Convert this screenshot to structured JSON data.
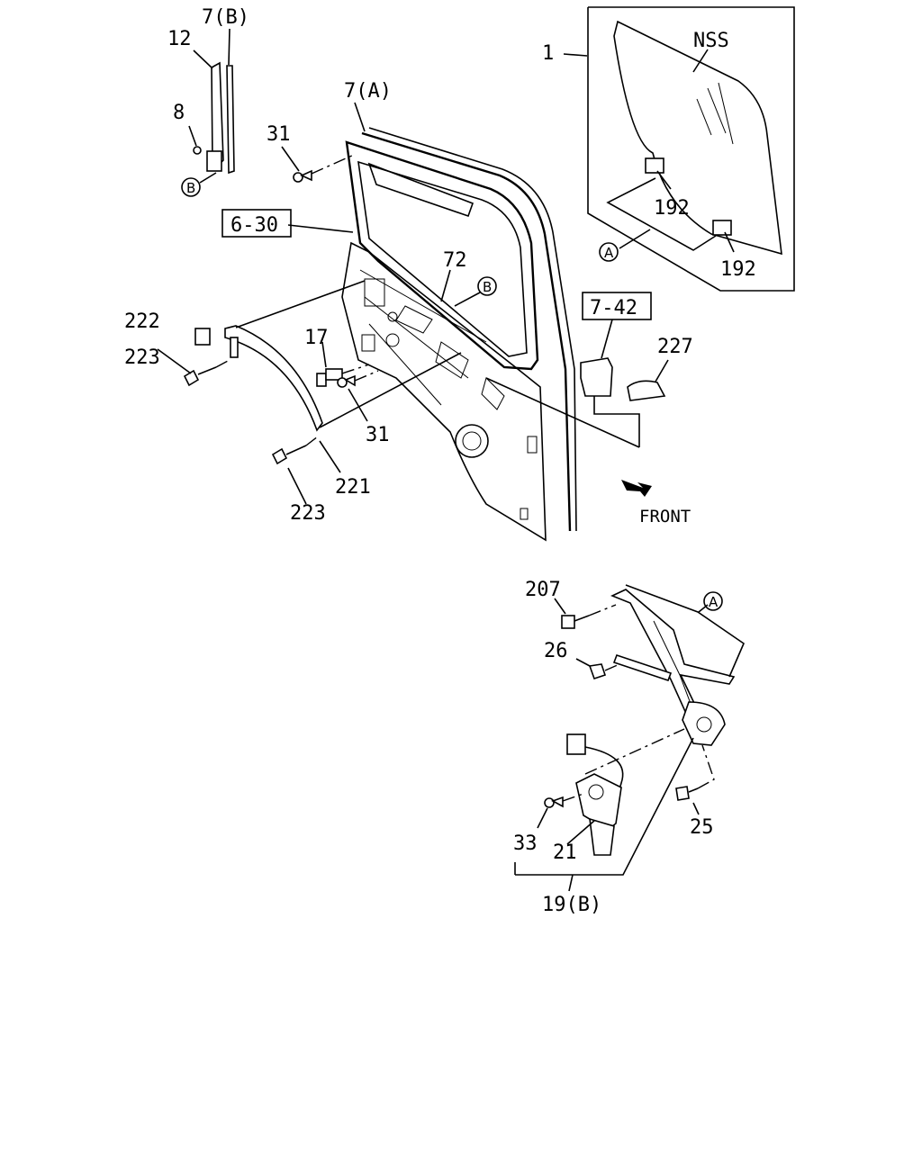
{
  "diagram": {
    "labels": {
      "p1": "1",
      "nss": "NSS",
      "p192a": "192",
      "p192b": "192",
      "p7b": "7(B)",
      "p12": "12",
      "p8": "8",
      "p7a": "7(A)",
      "p31a": "31",
      "p630": "6-30",
      "p72": "72",
      "p742": "7-42",
      "p227": "227",
      "p222": "222",
      "p223a": "223",
      "p17": "17",
      "p31b": "31",
      "p221": "221",
      "p223b": "223",
      "front": "FRONT",
      "p207": "207",
      "p26": "26",
      "p25": "25",
      "p33": "33",
      "p21": "21",
      "p19b": "19(B)"
    },
    "callouts": {
      "a1": "A",
      "a2": "A",
      "b1": "B",
      "b2": "B"
    }
  }
}
